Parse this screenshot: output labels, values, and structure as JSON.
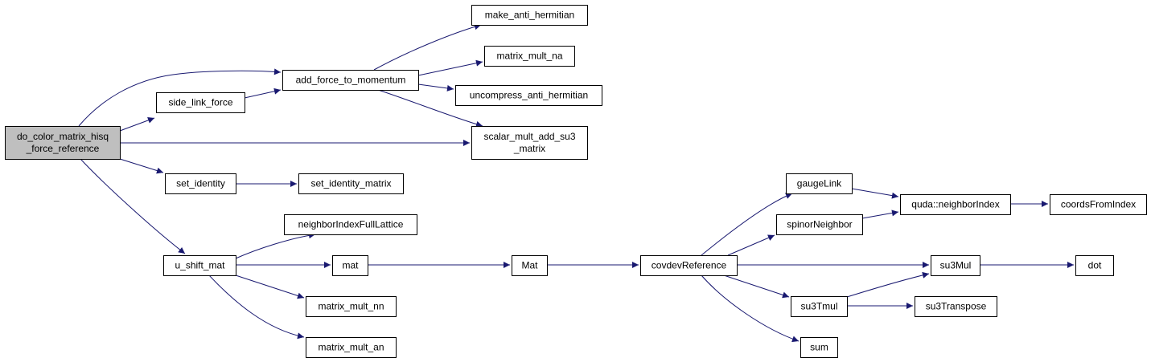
{
  "colors": {
    "edge": "#191970",
    "root_fill": "#bfbfbf",
    "node_fill": "#ffffff",
    "node_border": "#000000"
  },
  "nodes": {
    "root": [
      "do_color_matrix_hisq",
      "_force_reference"
    ],
    "add_force_to_momentum": [
      "add_force_to_momentum"
    ],
    "side_link_force": [
      "side_link_force"
    ],
    "set_identity": [
      "set_identity"
    ],
    "u_shift_mat": [
      "u_shift_mat"
    ],
    "make_anti_hermitian": [
      "make_anti_hermitian"
    ],
    "matrix_mult_na": [
      "matrix_mult_na"
    ],
    "uncompress_anti_hermitian": [
      "uncompress_anti_hermitian"
    ],
    "scalar_mult_add_su3_matrix": [
      "scalar_mult_add_su3",
      "_matrix"
    ],
    "set_identity_matrix": [
      "set_identity_matrix"
    ],
    "neighborIndexFullLattice": [
      "neighborIndexFullLattice"
    ],
    "mat": [
      "mat"
    ],
    "matrix_mult_nn": [
      "matrix_mult_nn"
    ],
    "matrix_mult_an": [
      "matrix_mult_an"
    ],
    "Mat": [
      "Mat"
    ],
    "covdevReference": [
      "covdevReference"
    ],
    "gaugeLink": [
      "gaugeLink"
    ],
    "spinorNeighbor": [
      "spinorNeighbor"
    ],
    "su3Tmul": [
      "su3Tmul"
    ],
    "sum": [
      "sum"
    ],
    "neighborIndex": [
      "quda::neighborIndex"
    ],
    "coordsFromIndex": [
      "coordsFromIndex"
    ],
    "su3Mul": [
      "su3Mul"
    ],
    "su3Transpose": [
      "su3Transpose"
    ],
    "dot": [
      "dot"
    ]
  }
}
